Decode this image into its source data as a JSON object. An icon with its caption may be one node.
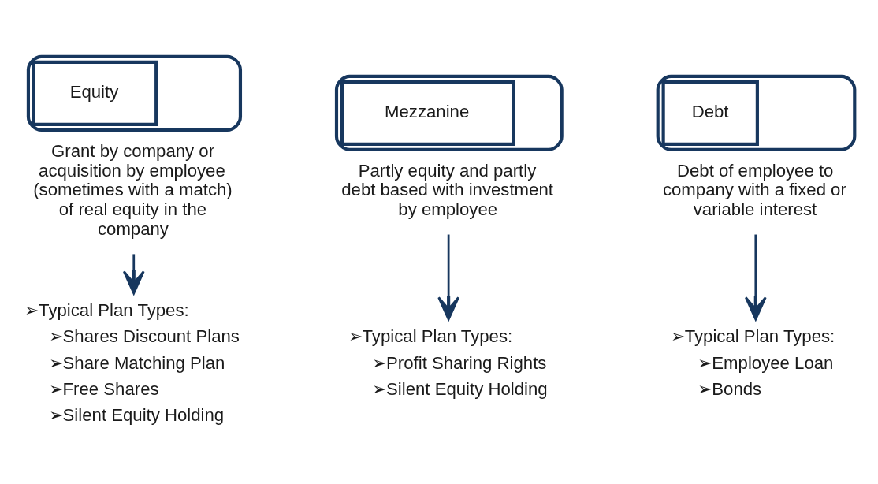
{
  "diagram": {
    "nodes": [
      {
        "text": [
          "Equity"
        ],
        "beside": [
          "Grant by company or acquisition by employee (sometimes with a match) of real equity in the company"
        ]
      },
      {
        "text": [
          "Mezzanine"
        ],
        "beside": [
          "Partly equity and partly debt based with investment by employee"
        ]
      },
      {
        "text": [
          "Debt"
        ],
        "beside": [
          "Debt of employee to company with a fixed or variable interest"
        ]
      },
      {
        "text": [
          "➢Typical Plan Types:",
          "➢Shares Discount Plans",
          "➢Share Matching Plan",
          "➢Free Shares",
          "➢Silent Equity Holding"
        ]
      },
      {
        "text": [
          "➢Typical Plan Types:",
          "➢Profit Sharing Rights",
          "➢Silent Equity Holding"
        ]
      },
      {
        "text": [
          "➢Typical Plan Types:",
          "➢Employee Loan",
          "➢Bonds"
        ]
      }
    ],
    "edges": [
      {
        "from": 0,
        "to": 3,
        "arrow": "to"
      },
      {
        "from": 1,
        "to": 4,
        "arrow": "to"
      },
      {
        "from": 2,
        "to": 5,
        "arrow": "to"
      }
    ]
  }
}
